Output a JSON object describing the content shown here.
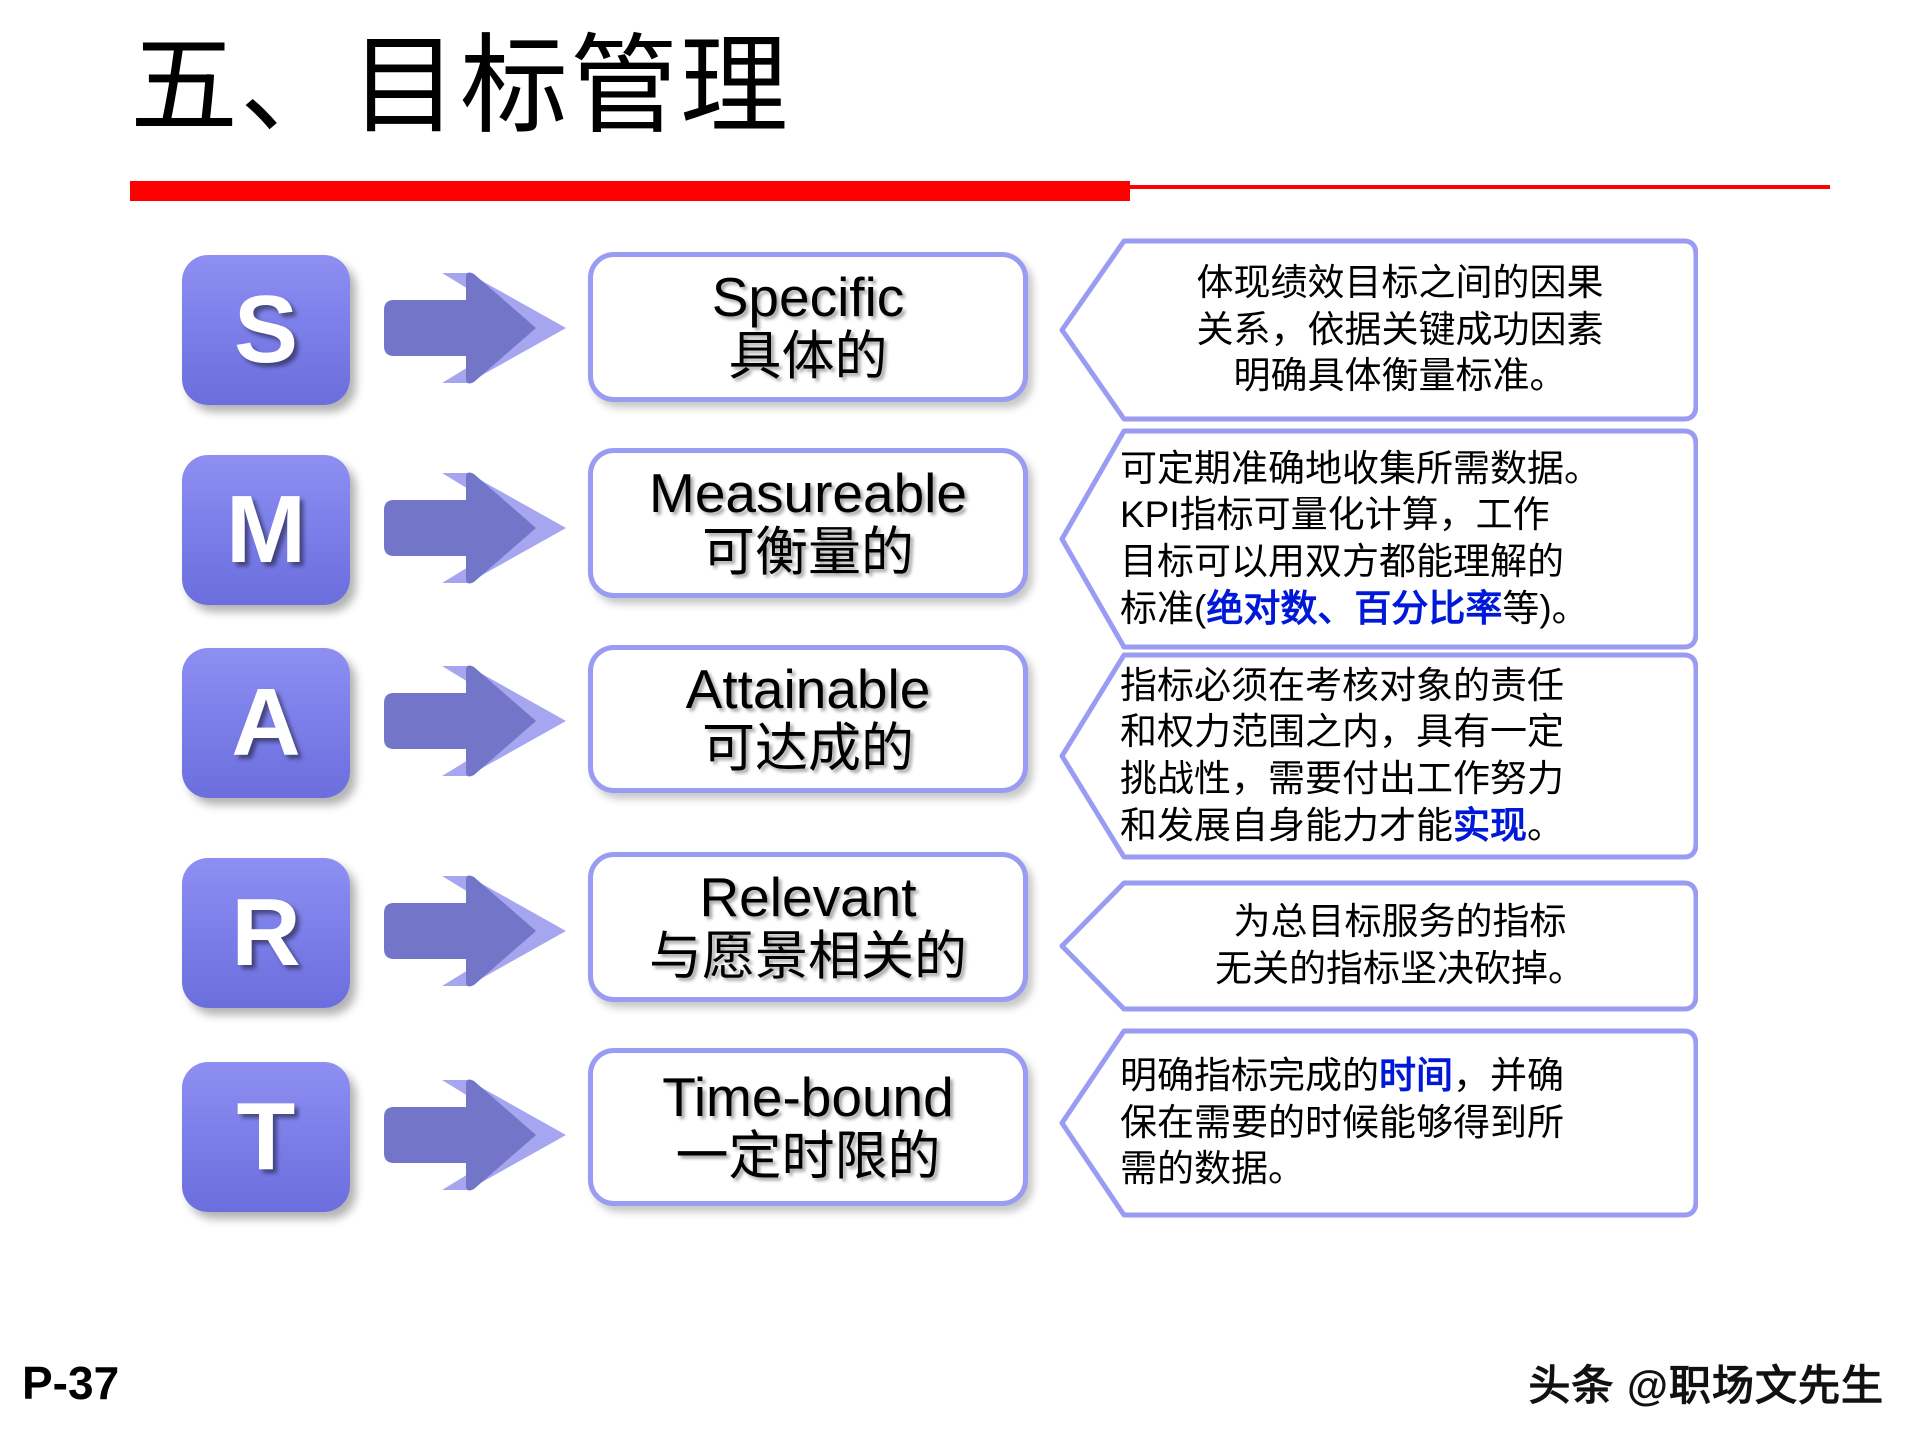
{
  "slide": {
    "title": "五、目标管理",
    "page_number": "P-37",
    "watermark": "头条 @职场文先生",
    "accent_color": "#fe0000",
    "badge_color": "#7d80ea",
    "outline_color": "#9a9bf2",
    "highlight_color": "#0018d8"
  },
  "rows": [
    {
      "letter": "S",
      "term_en": "Specific",
      "term_cn": "具体的",
      "note_align": "center",
      "note_lines": [
        [
          {
            "t": "体现绩效目标之间的因果",
            "hl": false
          }
        ],
        [
          {
            "t": "关系，依据关键成功因素",
            "hl": false
          }
        ],
        [
          {
            "t": "明确具体衡量标准。",
            "hl": false
          }
        ]
      ]
    },
    {
      "letter": "M",
      "term_en": "Measureable",
      "term_cn": "可衡量的",
      "note_align": "left",
      "note_lines": [
        [
          {
            "t": "可定期准确地收集所需数据。",
            "hl": false
          }
        ],
        [
          {
            "t": "KPI指标可量化计算，工作",
            "hl": false
          }
        ],
        [
          {
            "t": "目标可以用双方都能理解的",
            "hl": false
          }
        ],
        [
          {
            "t": "标准(",
            "hl": false
          },
          {
            "t": "绝对数、百分比率",
            "hl": true
          },
          {
            "t": "等)。",
            "hl": false
          }
        ]
      ]
    },
    {
      "letter": "A",
      "term_en": "Attainable",
      "term_cn": "可达成的",
      "note_align": "left",
      "note_lines": [
        [
          {
            "t": "指标必须在考核对象的责任",
            "hl": false
          }
        ],
        [
          {
            "t": "和权力范围之内，具有一定",
            "hl": false
          }
        ],
        [
          {
            "t": "挑战性，需要付出工作努力",
            "hl": false
          }
        ],
        [
          {
            "t": "和发展自身能力才能",
            "hl": false
          },
          {
            "t": "实现",
            "hl": true
          },
          {
            "t": "。",
            "hl": false
          }
        ]
      ]
    },
    {
      "letter": "R",
      "term_en": "Relevant",
      "term_cn": "与愿景相关的",
      "note_align": "center",
      "note_lines": [
        [
          {
            "t": "为总目标服务的指标",
            "hl": false
          }
        ],
        [
          {
            "t": "无关的指标坚决砍掉。",
            "hl": false
          }
        ]
      ]
    },
    {
      "letter": "T",
      "term_en": "Time-bound",
      "term_cn": "一定时限的",
      "note_align": "left",
      "note_lines": [
        [
          {
            "t": "明确指标完成的",
            "hl": false
          },
          {
            "t": "时间",
            "hl": true
          },
          {
            "t": "，并确",
            "hl": false
          }
        ],
        [
          {
            "t": "保在需要的时候能够得到所",
            "hl": false
          }
        ],
        [
          {
            "t": "需的数据。",
            "hl": false
          }
        ]
      ]
    }
  ]
}
